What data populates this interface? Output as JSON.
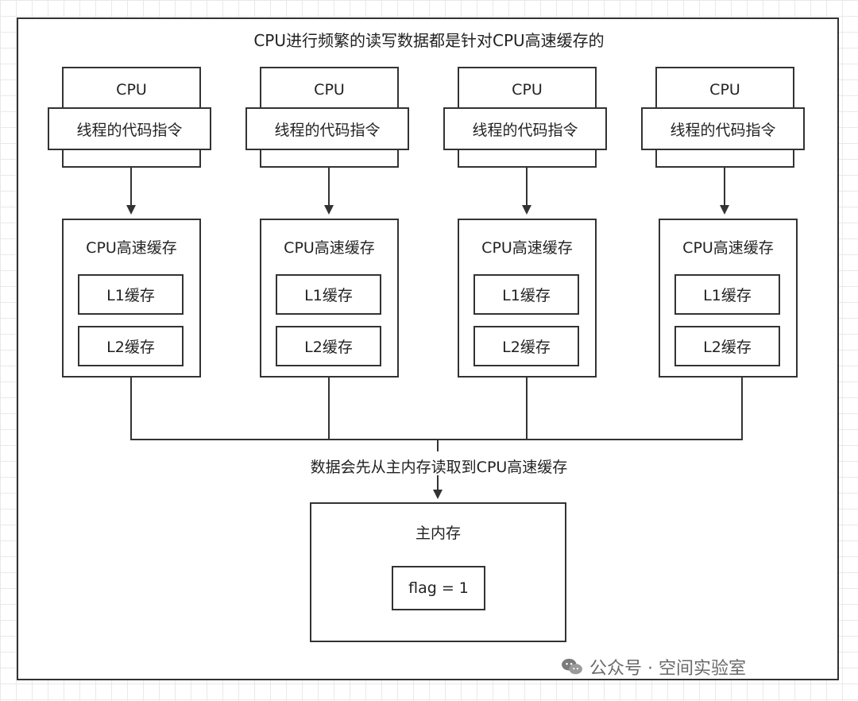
{
  "title": "CPU进行频繁的读写数据都是针对CPU高速缓存的",
  "cpus": [
    {
      "cpu_label": "CPU",
      "code_label": "线程的代码指令",
      "cache_label": "CPU高速缓存",
      "l1_label": "L1缓存",
      "l2_label": "L2缓存"
    },
    {
      "cpu_label": "CPU",
      "code_label": "线程的代码指令",
      "cache_label": "CPU高速缓存",
      "l1_label": "L1缓存",
      "l2_label": "L2缓存"
    },
    {
      "cpu_label": "CPU",
      "code_label": "线程的代码指令",
      "cache_label": "CPU高速缓存",
      "l1_label": "L1缓存",
      "l2_label": "L2缓存"
    },
    {
      "cpu_label": "CPU",
      "code_label": "线程的代码指令",
      "cache_label": "CPU高速缓存",
      "l1_label": "L1缓存",
      "l2_label": "L2缓存"
    }
  ],
  "bus_note": "数据会先从主内存读取到CPU高速缓存",
  "main_memory": {
    "label": "主内存",
    "value": "flag = 1"
  },
  "watermark": "公众号 · 空间实验室",
  "colors": {
    "stroke": "#333333",
    "grid": "#e9e9e9",
    "text": "#222222"
  }
}
